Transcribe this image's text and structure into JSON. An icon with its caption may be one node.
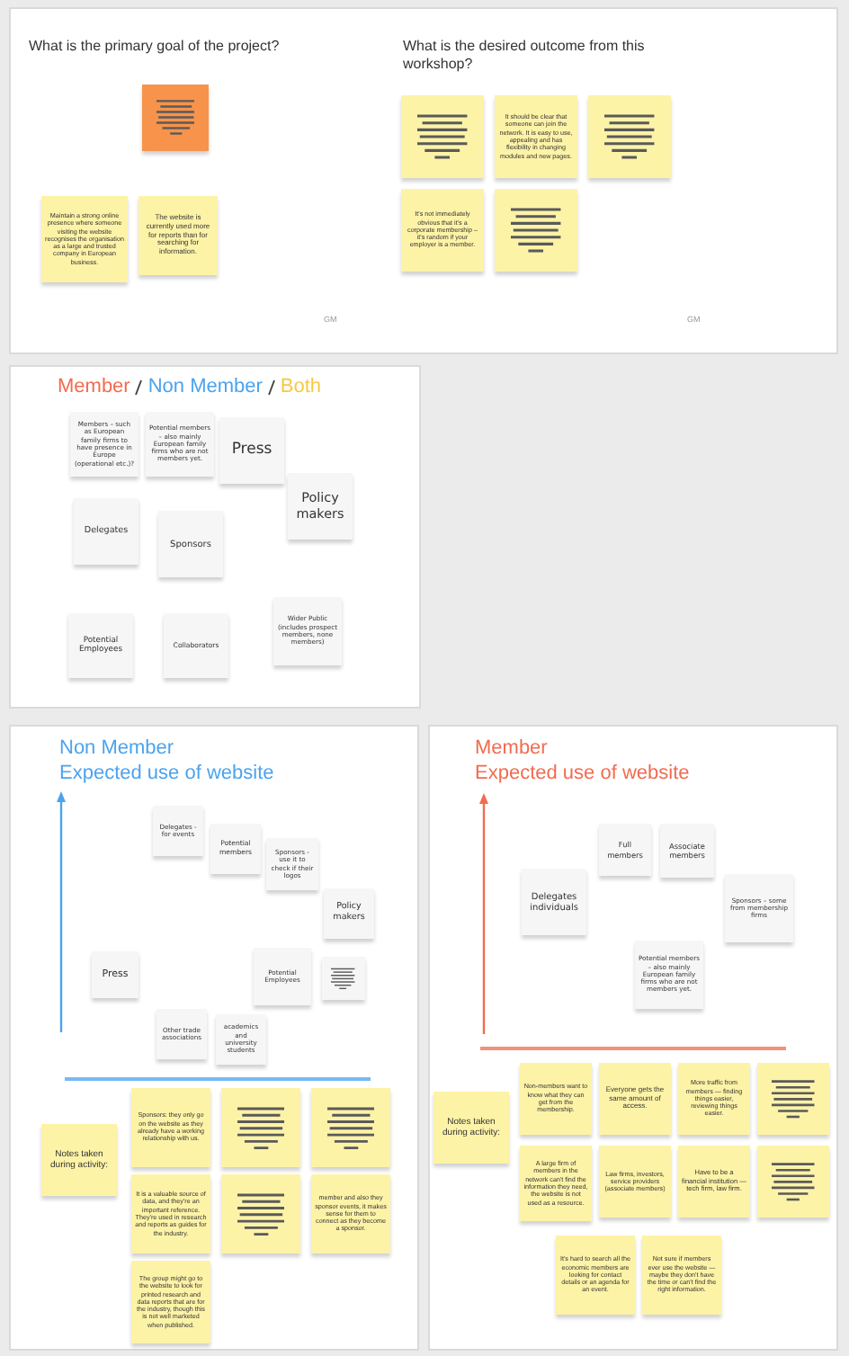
{
  "diagram": {
    "nodes": [
      {
        "text": [
          "What is the primary goal of the project?",
          "What is the desired outcome from this workshop?"
        ]
      },
      {
        "text": [],
        "shape": "box",
        "in": 0
      },
      {
        "text": [
          "Maintain a strong online presence where someone visiting the website recognises the organisation as a large and trusted company in European business."
        ],
        "in": 0
      },
      {
        "text": [
          "The website is currently used more for reports than for searching for information."
        ],
        "in": 0
      },
      {
        "text": [],
        "shape": "box",
        "in": 0
      },
      {
        "text": [
          "It should be clear that someone can join the network. It is easy to use, appealing and has flexibility in changing modules and new pages."
        ],
        "in": 0
      },
      {
        "text": [],
        "shape": "box",
        "in": 0
      },
      {
        "text": [
          "It's not immediately obvious that it's a corporate membership – it's random if your employer is a member."
        ],
        "in": 0
      },
      {
        "text": [],
        "shape": "box",
        "in": 0
      },
      {
        "text": [],
        "shape": "box"
      },
      {
        "text": [
          "Members – such as European family firms to have presence in Europe (operational etc.)?"
        ],
        "in": 9
      },
      {
        "text": [
          "Potential members – also mainly European family firms who are not members yet."
        ],
        "in": 9
      },
      {
        "text": [
          "Press"
        ],
        "in": 9
      },
      {
        "text": [
          "Policy makers"
        ],
        "in": 9
      },
      {
        "text": [
          "Delegates"
        ],
        "in": 9
      },
      {
        "text": [
          "Sponsors"
        ],
        "in": 9
      },
      {
        "text": [
          "Potential Employees"
        ],
        "in": 9
      },
      {
        "text": [
          "Collaborators"
        ],
        "in": 9
      },
      {
        "text": [
          "Wider Public (includes prospect members, none members)"
        ],
        "in": 9
      },
      {
        "text": [
          "Non Member",
          "Expected use of website"
        ]
      },
      {
        "text": [
          "Delegates - for events"
        ],
        "in": 19
      },
      {
        "text": [
          "Potential members"
        ],
        "in": 19
      },
      {
        "text": [
          "Sponsors - use it to check if their logos"
        ],
        "in": 19
      },
      {
        "text": [
          "Policy makers"
        ],
        "in": 19
      },
      {
        "text": [
          "Press"
        ],
        "in": 19
      },
      {
        "text": [
          "Potential Employees"
        ],
        "in": 19
      },
      {
        "text": [],
        "shape": "box",
        "in": 19
      },
      {
        "text": [
          "Other trade associations"
        ],
        "in": 19
      },
      {
        "text": [
          "academics and university students"
        ],
        "in": 19
      },
      {
        "text": [
          "Notes taken during activity:"
        ],
        "in": 19
      },
      {
        "text": [
          "Sponsors: they only go on the website as they already have a working relationship with us."
        ],
        "in": 19
      },
      {
        "text": [],
        "shape": "box",
        "in": 19
      },
      {
        "text": [],
        "shape": "box",
        "in": 19
      },
      {
        "text": [
          "It is a valuable source of data, and they're an important reference. They're used in research and reports as guides for the industry."
        ],
        "in": 19
      },
      {
        "text": [],
        "shape": "box",
        "in": 19
      },
      {
        "text": [
          "member and also they sponsor events, it makes sense for them to connect as they become a sponsor."
        ],
        "in": 19
      },
      {
        "text": [
          "The group might go to the website to look for printed research and data reports that are for the industry, though this is not well marketed when published."
        ],
        "in": 19
      },
      {
        "text": [
          "Member",
          "Expected use of website"
        ]
      },
      {
        "text": [
          "Delegates individuals"
        ],
        "in": 37
      },
      {
        "text": [
          "Full members"
        ],
        "in": 37
      },
      {
        "text": [
          "Associate members"
        ],
        "in": 37
      },
      {
        "text": [
          "Sponsors – some from membership firms"
        ],
        "in": 37
      },
      {
        "text": [
          "Potential members – also mainly European family firms who are not members yet."
        ],
        "in": 37
      },
      {
        "text": [
          "Notes taken during activity:"
        ],
        "in": 37
      },
      {
        "text": [
          "Non-members want to know what they can get from the membership."
        ],
        "in": 37
      },
      {
        "text": [
          "Everyone gets the same amount of access."
        ],
        "in": 37
      },
      {
        "text": [
          "More traffic from members — finding things easier, reviewing things easier."
        ],
        "in": 37
      },
      {
        "text": [],
        "shape": "box",
        "in": 37
      },
      {
        "text": [
          "A large firm of members in the network can't find the information they need, the website is not used as a resource."
        ],
        "in": 37
      },
      {
        "text": [
          "Law firms, investors, service providers (associate members)"
        ],
        "in": 37
      },
      {
        "text": [
          "Have to be a financial institution — tech firm, law firm."
        ],
        "in": 37
      },
      {
        "text": [],
        "shape": "box",
        "in": 37
      },
      {
        "text": [
          "It's hard to search all the economic members are looking for contact details or an agenda for an event."
        ],
        "in": 37
      },
      {
        "text": [
          "Not sure if members ever use the website — maybe they don't have the time or can't find the right information."
        ],
        "in": 37
      }
    ],
    "labels": [
      "GM",
      "GM"
    ],
    "legend": [
      {
        "text": "Member",
        "color": "#f26b4f"
      },
      {
        "text": "Non Member",
        "color": "#4ba3ee"
      },
      {
        "text": "Both",
        "color": "#f7c843"
      }
    ]
  }
}
